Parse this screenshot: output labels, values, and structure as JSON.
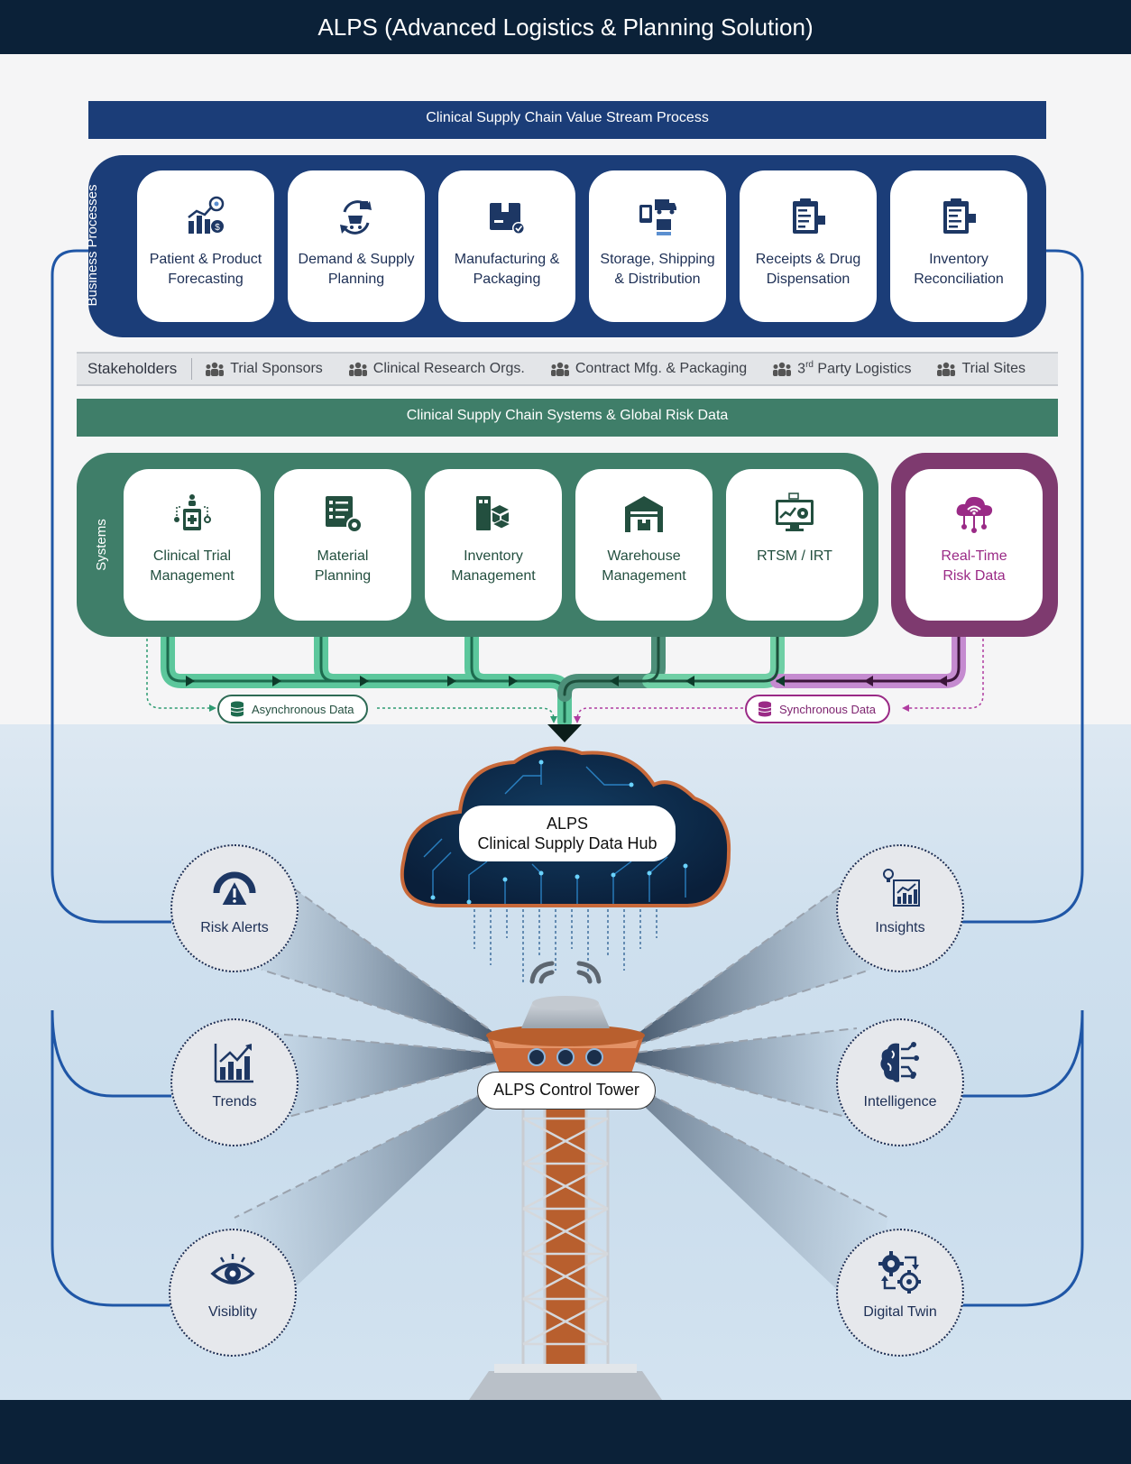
{
  "title": "ALPS (Advanced Logistics & Planning Solution)",
  "value_stream_banner": "Clinical Supply Chain Value Stream Process",
  "business_processes": {
    "label": "Business Processes",
    "items": [
      {
        "label": "Patient & Product\nForecasting",
        "icon": "forecast-chart-icon"
      },
      {
        "label": "Demand & Supply\nPlanning",
        "icon": "supply-cycle-icon"
      },
      {
        "label": "Manufacturing &\nPackaging",
        "icon": "package-box-icon"
      },
      {
        "label": "Storage, Shipping\n& Distribution",
        "icon": "shipping-truck-icon"
      },
      {
        "label": "Receipts & Drug\nDispensation",
        "icon": "clipboard-receipt-icon"
      },
      {
        "label": "Inventory\nReconciliation",
        "icon": "clipboard-inventory-icon"
      }
    ]
  },
  "stakeholders": {
    "label": "Stakeholders",
    "items": [
      "Trial Sponsors",
      "Clinical Research Orgs.",
      "Contract Mfg. & Packaging",
      "3rd Party Logistics",
      "Trial Sites"
    ]
  },
  "systems_banner": "Clinical Supply Chain Systems & Global Risk Data",
  "systems": {
    "label": "Systems",
    "items": [
      {
        "label": "Clinical Trial\nManagement",
        "icon": "clinical-trial-icon"
      },
      {
        "label": "Material\nPlanning",
        "icon": "checklist-gear-icon"
      },
      {
        "label": "Inventory\nManagement",
        "icon": "boxes-icon"
      },
      {
        "label": "Warehouse\nManagement",
        "icon": "warehouse-icon"
      },
      {
        "label": "RTSM / IRT",
        "icon": "monitor-gear-icon"
      }
    ],
    "realtime": {
      "label": "Real-Time\nRisk Data",
      "icon": "cloud-network-icon"
    }
  },
  "data_flows": {
    "async": "Asynchronous Data",
    "sync": "Synchronous Data"
  },
  "hub": {
    "line1": "ALPS",
    "line2": "Clinical Supply Data Hub"
  },
  "tower": {
    "label": "ALPS Control Tower"
  },
  "outputs": {
    "left": [
      {
        "label": "Risk Alerts",
        "icon": "risk-gauge-icon"
      },
      {
        "label": "Trends",
        "icon": "trend-chart-icon"
      },
      {
        "label": "Visiblity",
        "icon": "eye-icon"
      }
    ],
    "right": [
      {
        "label": "Insights",
        "icon": "insight-chart-icon"
      },
      {
        "label": "Intelligence",
        "icon": "brain-circuit-icon"
      },
      {
        "label": "Digital Twin",
        "icon": "gears-twin-icon"
      }
    ]
  },
  "colors": {
    "navy": "#0b2138",
    "process_blue": "#1b3d78",
    "systems_green": "#3f7e69",
    "risk_purple": "#7e3a6f",
    "hub_orange": "#c8693a"
  }
}
